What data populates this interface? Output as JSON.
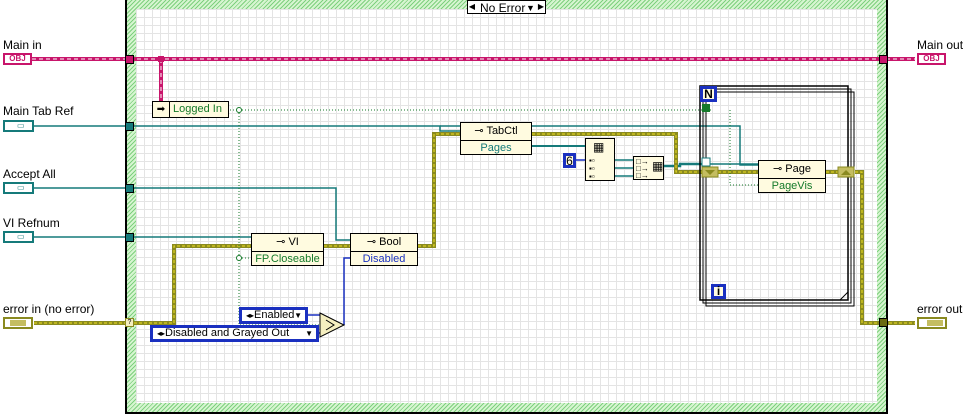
{
  "case_structure": {
    "selector_label": "No Error",
    "prev_icon": "left-triangle",
    "next_icon": "right-triangle",
    "dropdown_icon": "down-triangle"
  },
  "terminals": {
    "main_in": {
      "label": "Main in",
      "glyph": "OBJ"
    },
    "main_tab_ref": {
      "label": "Main Tab Ref"
    },
    "accept_all": {
      "label": "Accept All"
    },
    "vi_refnum": {
      "label": "VI Refnum"
    },
    "error_in": {
      "label": "error in (no error)"
    },
    "main_out": {
      "label": "Main out",
      "glyph": "OBJ"
    },
    "error_out": {
      "label": "error out"
    }
  },
  "nodes": {
    "logged_in": {
      "label": "Logged In"
    },
    "vi_property": {
      "class": "VI",
      "property": "FP.Closeable"
    },
    "bool_property": {
      "class": "Bool",
      "property": "Disabled"
    },
    "tabctl_property": {
      "class": "TabCtl",
      "property": "Pages"
    },
    "page_property": {
      "class": "Page",
      "property": "PageVis"
    },
    "numeric_constant": "6",
    "enum_enabled": "Enabled",
    "enum_disabled": "Disabled and Grayed Out",
    "loop_count": "N",
    "loop_iteration": "i"
  },
  "colors": {
    "refnum_wire": "#c8156b",
    "reference_wire": "#157a7a",
    "error_wire": "#8a8a20",
    "boolean_wire": "#157a2a",
    "enum_wire": "#1a30c0",
    "case_border": "#7fd07f"
  }
}
